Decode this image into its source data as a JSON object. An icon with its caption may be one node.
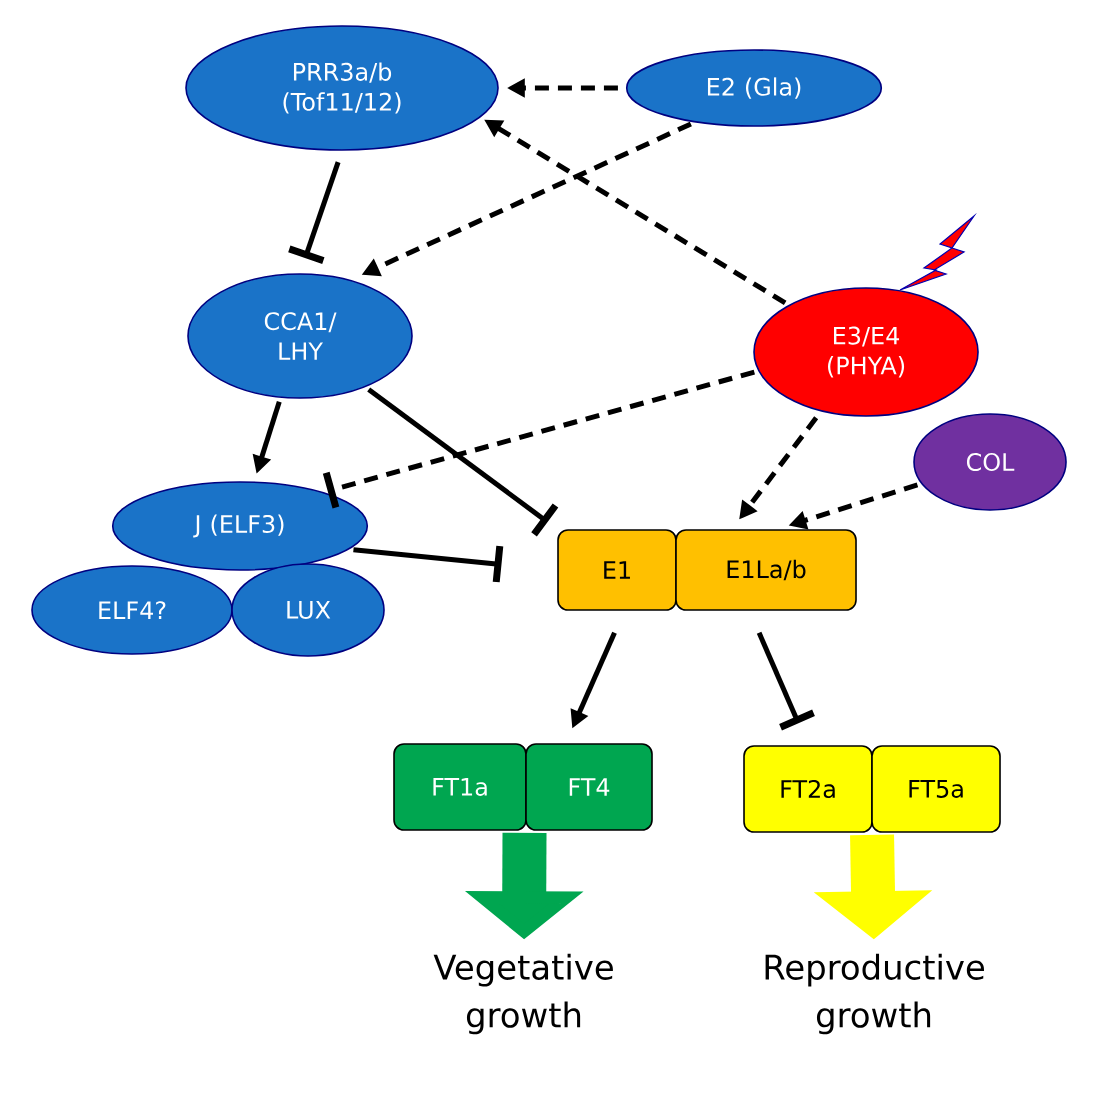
{
  "diagram": {
    "nodes": [
      {
        "text": [
          "PRR3a/b (Tof11/12)"
        ]
      },
      {
        "text": [
          "E2 (Gla)"
        ]
      },
      {
        "text": [
          "CCA1/ LHY"
        ]
      },
      {
        "text": [
          "E3/E4 (PHYA)"
        ]
      },
      {
        "text": [
          "COL"
        ]
      },
      {
        "text": [
          "J (ELF3)"
        ]
      },
      {
        "text": [
          "ELF4?"
        ]
      },
      {
        "text": [
          "LUX"
        ]
      },
      {
        "text": [
          "E1"
        ]
      },
      {
        "text": [
          "E1La/b"
        ]
      },
      {
        "text": [
          "FT1a"
        ]
      },
      {
        "text": [
          "FT4"
        ]
      },
      {
        "text": [
          "FT2a"
        ]
      },
      {
        "text": [
          "FT5a"
        ]
      },
      {
        "text": [
          "Vegetative growth"
        ]
      },
      {
        "text": [
          "Reproductive growth"
        ]
      }
    ],
    "edges": [
      {
        "from": 1,
        "to": 0,
        "arrow": "to",
        "style": "dashed"
      },
      {
        "from": 0,
        "to": 2,
        "arrow": "other"
      },
      {
        "from": 1,
        "to": 2,
        "arrow": "to",
        "style": "dashed"
      },
      {
        "from": 3,
        "to": 0,
        "arrow": "to",
        "style": "dashed"
      },
      {
        "from": 2,
        "to": 5,
        "arrow": "to"
      },
      {
        "from": 2,
        "to": 8,
        "arrow": "other"
      },
      {
        "from": 3,
        "to": 5,
        "arrow": "other",
        "style": "dashed"
      },
      {
        "from": 3,
        "to": 9,
        "arrow": "to",
        "style": "dashed"
      },
      {
        "from": 4,
        "to": 9,
        "arrow": "to",
        "style": "dashed"
      },
      {
        "from": 5,
        "to": 8,
        "arrow": "other"
      },
      {
        "from": 8,
        "to": 11,
        "arrow": "to"
      },
      {
        "from": 9,
        "to": 12,
        "arrow": "other"
      },
      {
        "from": 10,
        "to": 14,
        "arrow": "to",
        "style": "thick",
        "color": "#00a650"
      },
      {
        "from": 11,
        "to": 14,
        "arrow": "to",
        "style": "thick",
        "color": "#00a650"
      },
      {
        "from": 12,
        "to": 15,
        "arrow": "to",
        "style": "thick",
        "color": "#ffff00"
      },
      {
        "from": 13,
        "to": 15,
        "arrow": "to",
        "style": "thick",
        "color": "#ffff00"
      }
    ]
  }
}
